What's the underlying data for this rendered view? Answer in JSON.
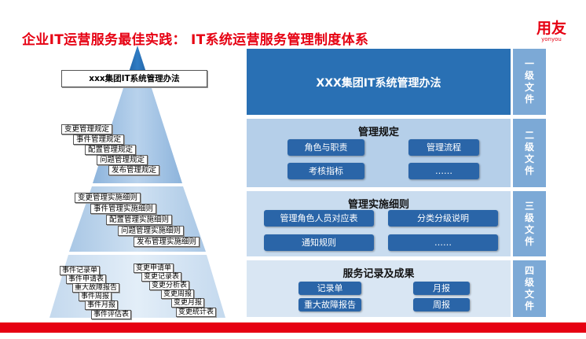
{
  "header": {
    "title": "企业IT运营服务最佳实践： IT系统运营服务管理制度体系",
    "logo_main": "用友",
    "logo_sub": "yonyou"
  },
  "pyramid": {
    "top_label": "xxx集团IT系统管理办法",
    "level2_labels": [
      "变更管理规定",
      "事件管理规定",
      "配置管理规定",
      "问题管理规定",
      "发布管理规定"
    ],
    "level3_labels": [
      "变更管理实施细则",
      "事件管理实施细则",
      "配置管理实施细则",
      "问题管理实施细则",
      "发布管理实施细则"
    ],
    "level4_left": [
      "事件记录单",
      "事件申请表",
      "重大故障报告",
      "事件周报",
      "事件月报",
      "事件评估表"
    ],
    "level4_right": [
      "变更申请单",
      "变更记录表",
      "变更分析表",
      "变更周报",
      "变更月报",
      "变更统计表"
    ]
  },
  "panels": {
    "p1": {
      "title": "XXX集团IT系统管理办法"
    },
    "p2": {
      "title": "管理规定",
      "items": [
        "角色与职责",
        "管理流程",
        "考核指标",
        "……"
      ]
    },
    "p3": {
      "title": "管理实施细则",
      "items": [
        "管理角色人员对应表",
        "分类分级说明",
        "通知规则",
        "……"
      ]
    },
    "p4": {
      "title": "服务记录及成果",
      "items": [
        "记录单",
        "月报",
        "重大故障报告",
        "周报"
      ]
    }
  },
  "levels": [
    "一级文件",
    "二级文件",
    "三级文件",
    "四级文件"
  ],
  "colors": {
    "accent_red": "#e60012",
    "dark_blue": "#2970b4",
    "button_blue": "#2a65a8",
    "side_blue": "#7ca9d6"
  }
}
